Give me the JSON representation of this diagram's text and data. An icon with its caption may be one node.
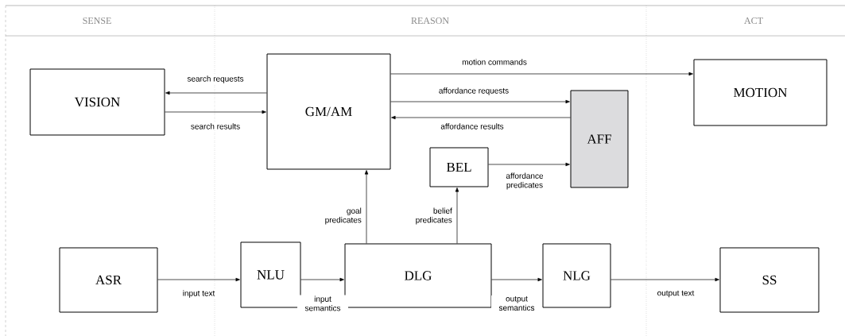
{
  "diagram": {
    "nodes": [
      {
        "text": [
          "VISION"
        ]
      },
      {
        "text": [
          "GM/AM"
        ]
      },
      {
        "text": [
          "MOTION"
        ]
      },
      {
        "text": [
          "AFF"
        ]
      },
      {
        "text": [
          "BEL"
        ]
      },
      {
        "text": [
          "ASR"
        ]
      },
      {
        "text": [
          "NLU"
        ]
      },
      {
        "text": [
          "DLG"
        ]
      },
      {
        "text": [
          "NLG"
        ]
      },
      {
        "text": [
          "SS"
        ]
      }
    ],
    "edges": [
      {
        "from": 1,
        "to": 0,
        "arrow": "to",
        "label": "search requests"
      },
      {
        "from": 0,
        "to": 1,
        "arrow": "to",
        "label": "search results"
      },
      {
        "from": 1,
        "to": 2,
        "arrow": "to",
        "label": "motion commands"
      },
      {
        "from": 1,
        "to": 3,
        "arrow": "to",
        "label": "affordance requests"
      },
      {
        "from": 3,
        "to": 1,
        "arrow": "to",
        "label": "affordance results"
      },
      {
        "from": 4,
        "to": 3,
        "arrow": "to",
        "label": "affordance predicates"
      },
      {
        "from": 7,
        "to": 1,
        "arrow": "to",
        "label": "goal predicates"
      },
      {
        "from": 7,
        "to": 4,
        "arrow": "to",
        "label": "belief predicates"
      },
      {
        "from": 5,
        "to": 6,
        "arrow": "to",
        "label": "input text"
      },
      {
        "from": 6,
        "to": 7,
        "arrow": "to",
        "label": "input semantics"
      },
      {
        "from": 7,
        "to": 8,
        "arrow": "to",
        "label": "output semantics"
      },
      {
        "from": 8,
        "to": 9,
        "arrow": "to",
        "label": "output text"
      }
    ],
    "labels": [
      "SENSE",
      "REASON",
      "ACT"
    ]
  }
}
